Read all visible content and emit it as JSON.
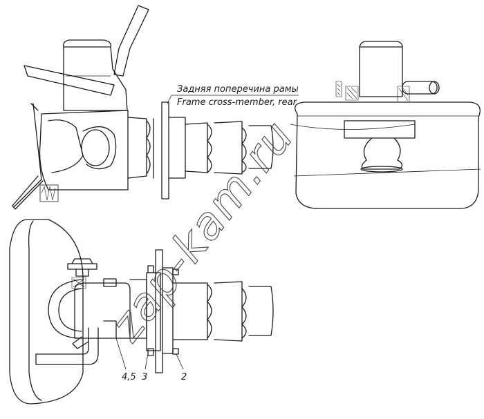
{
  "labels": {
    "frame_ru": "Задняя поперечина рамы",
    "frame_en": "Frame cross-member, rear",
    "ref_45": "4,5",
    "ref_3": "3",
    "ref_2": "2"
  },
  "watermark": "zap-kam.ru",
  "colors": {
    "line": "#1a1a1a",
    "background": "#ffffff"
  }
}
